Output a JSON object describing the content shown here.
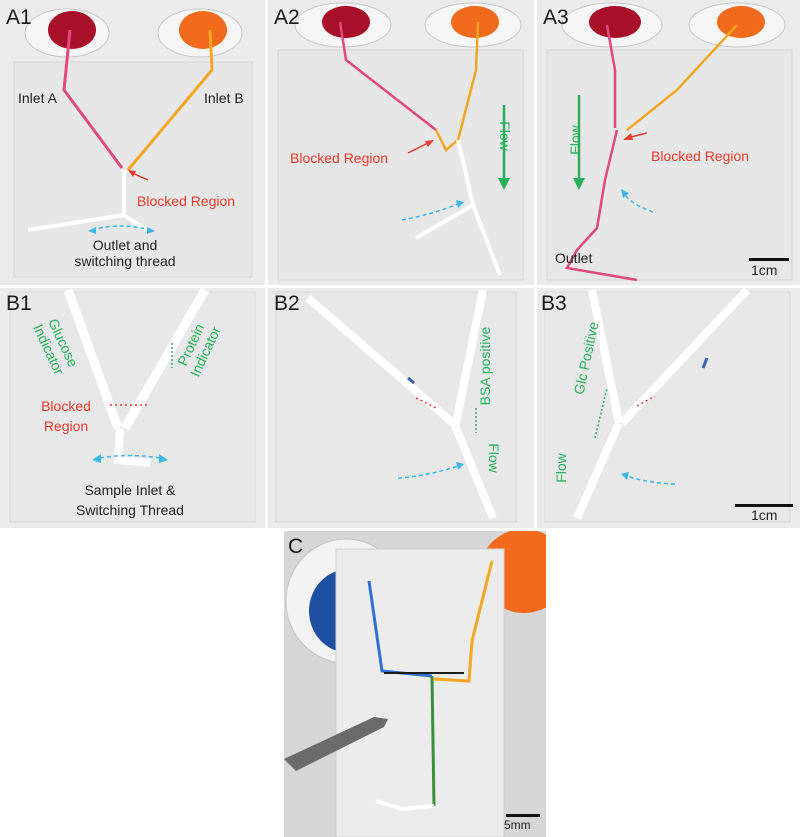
{
  "panels": {
    "a1": {
      "label": "A1",
      "inlet_a": "Inlet A",
      "inlet_b": "Inlet B",
      "blocked": "Blocked Region",
      "outlet_line1": "Outlet and",
      "outlet_line2": "switching thread"
    },
    "a2": {
      "label": "A2",
      "blocked": "Blocked Region",
      "flow": "Flow"
    },
    "a3": {
      "label": "A3",
      "flow": "Flow",
      "blocked": "Blocked Region",
      "outlet": "Outlet",
      "scale": "1cm"
    },
    "b1": {
      "label": "B1",
      "glucose_line1": "Glucose",
      "glucose_line2": "Indicator",
      "protein_line1": "Protein",
      "protein_line2": "Indicator",
      "blocked_line1": "Blocked",
      "blocked_line2": "Region",
      "sample_line1": "Sample Inlet &",
      "sample_line2": "Switching Thread"
    },
    "b2": {
      "label": "B2",
      "bsa": "BSA positive",
      "flow": "Flow"
    },
    "b3": {
      "label": "B3",
      "glc": "Glc Positive",
      "flow": "Flow",
      "scale": "1cm"
    },
    "c": {
      "label": "C",
      "scale": "5mm"
    }
  },
  "colors": {
    "annotation_red": "#ec3a2c",
    "annotation_green": "#28b05a",
    "arrow_blue": "#3fb6e8",
    "thread_pink": "#e04a7c",
    "thread_orange": "#f5a623",
    "dye_red": "#a8102a",
    "dye_orange": "#f26a1b",
    "dye_blue": "#1f4fa0",
    "thread_green": "#3a8f3a"
  }
}
